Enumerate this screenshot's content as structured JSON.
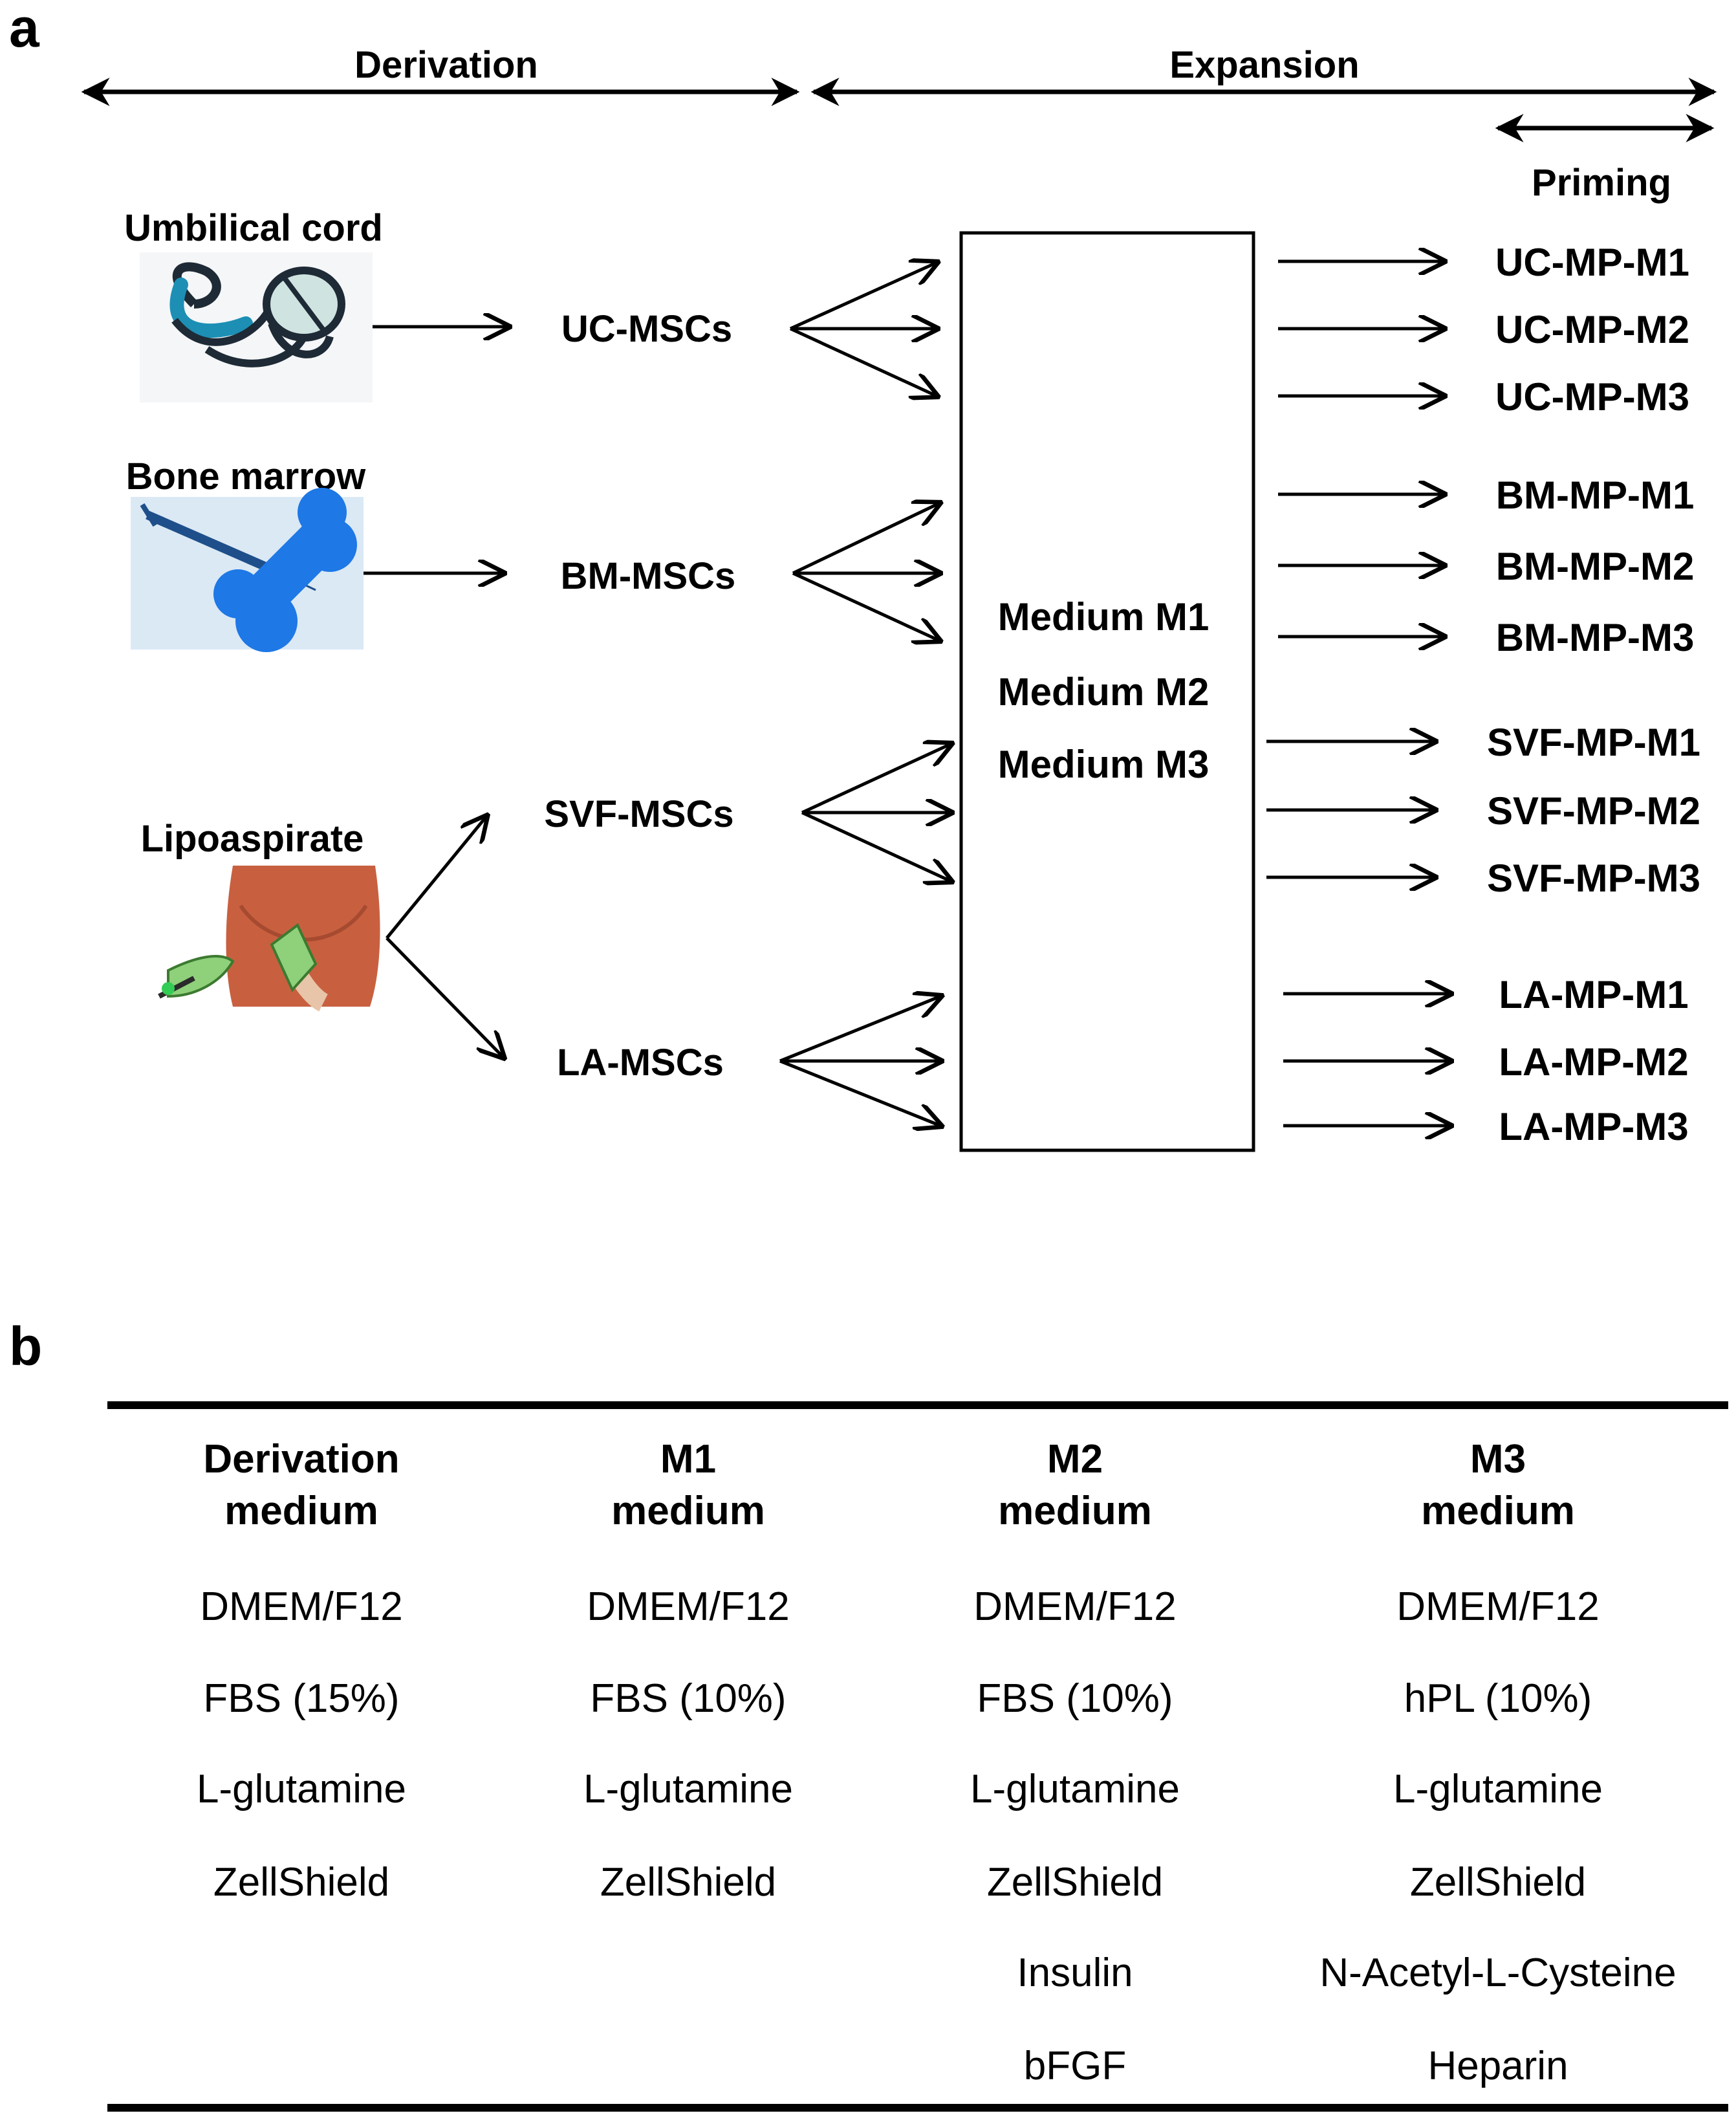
{
  "panel_a": {
    "letter": "a",
    "phases": {
      "derivation": "Derivation",
      "expansion": "Expansion",
      "priming": "Priming"
    },
    "sources": {
      "umbilical_cord": "Umbilical cord",
      "bone_marrow": "Bone marrow",
      "lipoaspirate": "Lipoaspirate"
    },
    "mscs": {
      "uc": "UC-MSCs",
      "bm": "BM-MSCs",
      "svf": "SVF-MSCs",
      "la": "LA-MSCs"
    },
    "media": [
      "Medium M1",
      "Medium M2",
      "Medium M3"
    ],
    "outputs": {
      "uc": [
        "UC-MP-M1",
        "UC-MP-M2",
        "UC-MP-M3"
      ],
      "bm": [
        "BM-MP-M1",
        "BM-MP-M2",
        "BM-MP-M3"
      ],
      "svf": [
        "SVF-MP-M1",
        "SVF-MP-M2",
        "SVF-MP-M3"
      ],
      "la": [
        "LA-MP-M1",
        "LA-MP-M2",
        "LA-MP-M3"
      ]
    },
    "icons": [
      "umbilical-cord-icon",
      "bone-marrow-syringe-icon",
      "lipoaspiration-icon"
    ]
  },
  "panel_b": {
    "letter": "b",
    "columns": [
      {
        "header": [
          "Derivation",
          "medium"
        ],
        "items": [
          "DMEM/F12",
          "FBS (15%)",
          "L-glutamine",
          "ZellShield"
        ]
      },
      {
        "header": [
          "M1",
          "medium"
        ],
        "items": [
          "DMEM/F12",
          "FBS (10%)",
          "L-glutamine",
          "ZellShield"
        ]
      },
      {
        "header": [
          "M2",
          "medium"
        ],
        "items": [
          "DMEM/F12",
          "FBS (10%)",
          "L-glutamine",
          "ZellShield",
          "Insulin",
          "bFGF"
        ]
      },
      {
        "header": [
          "M3",
          "medium"
        ],
        "items": [
          "DMEM/F12",
          "hPL (10%)",
          "L-glutamine",
          "ZellShield",
          "N-Acetyl-L-Cysteine",
          "Heparin"
        ]
      }
    ]
  }
}
